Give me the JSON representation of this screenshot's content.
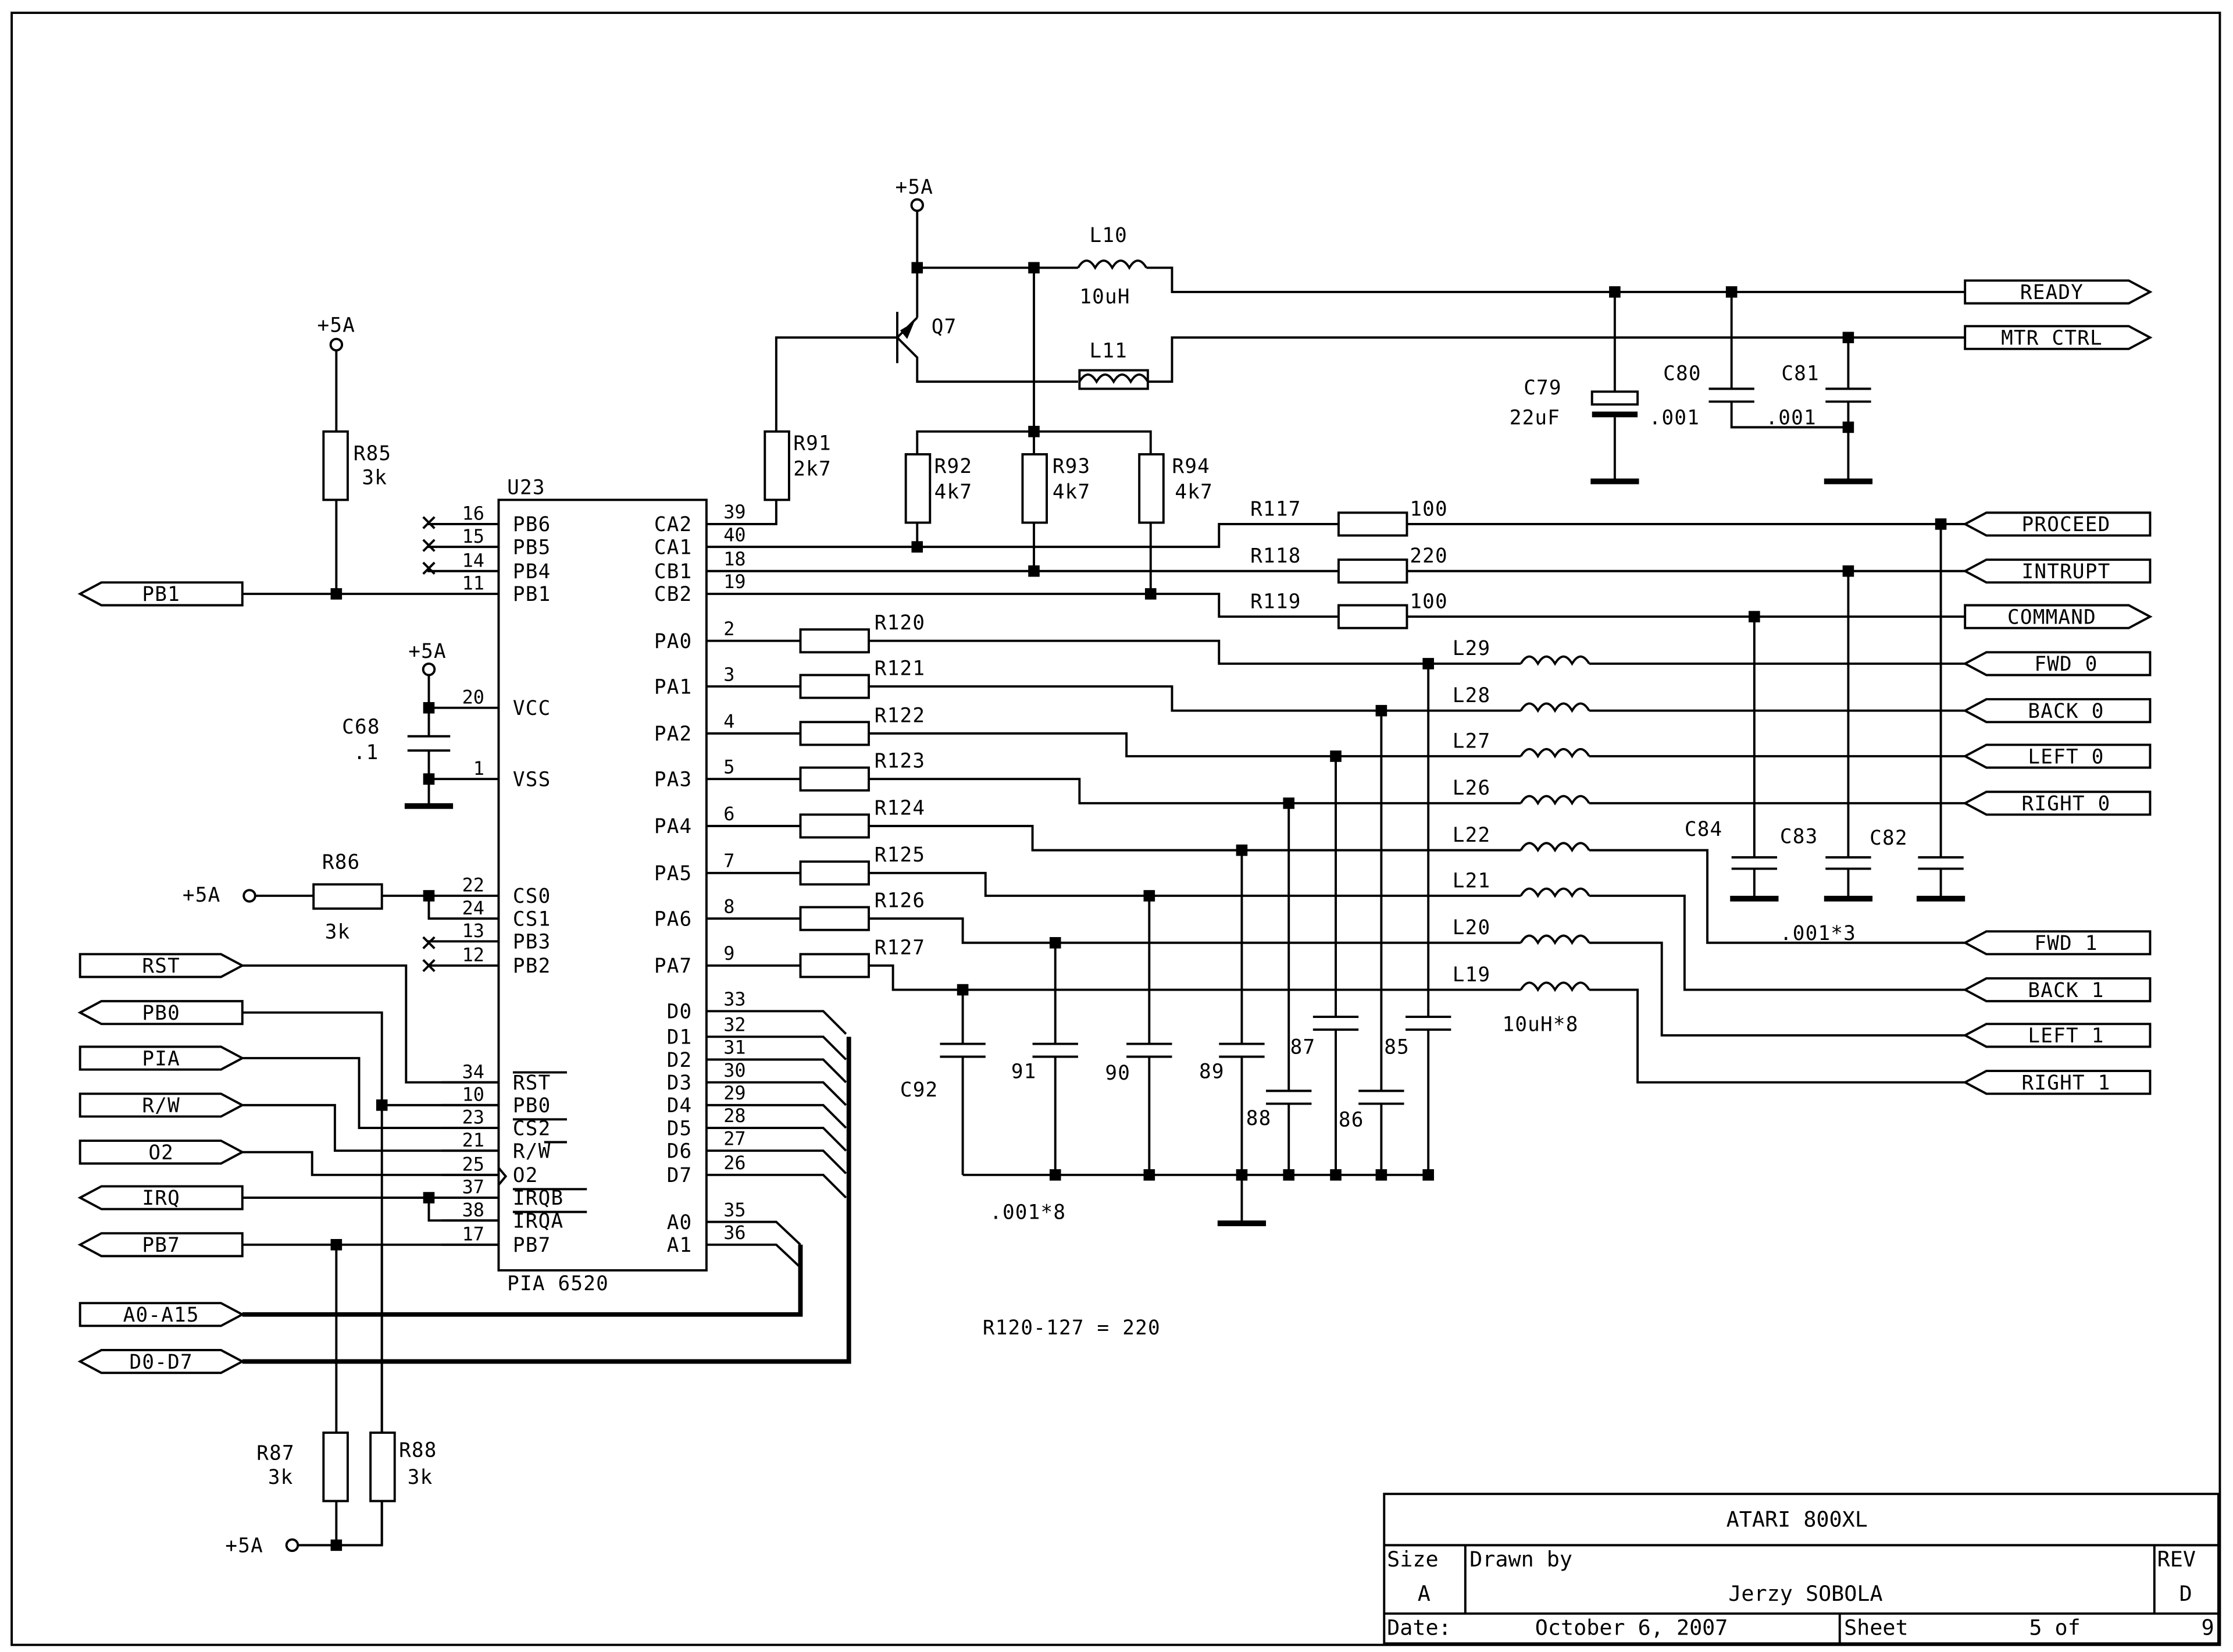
{
  "title_block": {
    "title": "ATARI 800XL",
    "size_label": "Size",
    "size_value": "A",
    "drawn_by_label": "Drawn by",
    "drawn_by": "Jerzy SOBOLA",
    "rev_label": "REV",
    "rev_value": "D",
    "date_label": "Date:",
    "date_value": "October  6, 2007",
    "sheet_label": "Sheet",
    "sheet_value": "5 of",
    "sheet_total": "9"
  },
  "chip": {
    "ref": "U23",
    "part": "PIA  6520",
    "left_pins": [
      {
        "num": "16",
        "name": "PB6"
      },
      {
        "num": "15",
        "name": "PB5"
      },
      {
        "num": "14",
        "name": "PB4"
      },
      {
        "num": "11",
        "name": "PB1"
      },
      {
        "num": "20",
        "name": "VCC"
      },
      {
        "num": "1",
        "name": "VSS"
      },
      {
        "num": "22",
        "name": "CS0"
      },
      {
        "num": "24",
        "name": "CS1"
      },
      {
        "num": "13",
        "name": "PB3"
      },
      {
        "num": "12",
        "name": "PB2"
      },
      {
        "num": "34",
        "name": "RST"
      },
      {
        "num": "10",
        "name": "PB0"
      },
      {
        "num": "23",
        "name": "CS2"
      },
      {
        "num": "21",
        "name": "R/W"
      },
      {
        "num": "25",
        "name": "O2"
      },
      {
        "num": "37",
        "name": "IRQB"
      },
      {
        "num": "38",
        "name": "IRQA"
      },
      {
        "num": "17",
        "name": "PB7"
      }
    ],
    "right_pins": [
      {
        "num": "39",
        "name": "CA2"
      },
      {
        "num": "40",
        "name": "CA1"
      },
      {
        "num": "18",
        "name": "CB1"
      },
      {
        "num": "19",
        "name": "CB2"
      },
      {
        "num": "2",
        "name": "PA0"
      },
      {
        "num": "3",
        "name": "PA1"
      },
      {
        "num": "4",
        "name": "PA2"
      },
      {
        "num": "5",
        "name": "PA3"
      },
      {
        "num": "6",
        "name": "PA4"
      },
      {
        "num": "7",
        "name": "PA5"
      },
      {
        "num": "8",
        "name": "PA6"
      },
      {
        "num": "9",
        "name": "PA7"
      },
      {
        "num": "33",
        "name": "D0"
      },
      {
        "num": "32",
        "name": "D1"
      },
      {
        "num": "31",
        "name": "D2"
      },
      {
        "num": "30",
        "name": "D3"
      },
      {
        "num": "29",
        "name": "D4"
      },
      {
        "num": "28",
        "name": "D5"
      },
      {
        "num": "27",
        "name": "D6"
      },
      {
        "num": "26",
        "name": "D7"
      },
      {
        "num": "35",
        "name": "A0"
      },
      {
        "num": "36",
        "name": "A1"
      }
    ]
  },
  "ports_left": [
    "PB1",
    "RST",
    "PB0",
    "PIA",
    "R/W",
    "O2",
    "IRQ",
    "PB7",
    "A0-A15",
    "D0-D7"
  ],
  "ports_right": [
    "READY",
    "MTR CTRL",
    "PROCEED",
    "INTRUPT",
    "COMMAND",
    "FWD 0",
    "BACK 0",
    "LEFT 0",
    "RIGHT 0",
    "FWD 1",
    "BACK 1",
    "LEFT 1",
    "RIGHT 1"
  ],
  "power_label": "+5A",
  "components": {
    "R85": {
      "ref": "R85",
      "value": "3k"
    },
    "R86": {
      "ref": "R86",
      "value": "3k"
    },
    "R87": {
      "ref": "R87",
      "value": "3k"
    },
    "R88": {
      "ref": "R88",
      "value": "3k"
    },
    "C68": {
      "ref": "C68",
      "value": ".1"
    },
    "R91": {
      "ref": "R91",
      "value": "2k7"
    },
    "R92": {
      "ref": "R92",
      "value": "4k7"
    },
    "R93": {
      "ref": "R93",
      "value": "4k7"
    },
    "R94": {
      "ref": "R94",
      "value": "4k7"
    },
    "Q7": {
      "ref": "Q7"
    },
    "L10": {
      "ref": "L10",
      "value": "10uH"
    },
    "L11": {
      "ref": "L11"
    },
    "C79": {
      "ref": "C79",
      "value": "22uF"
    },
    "C80": {
      "ref": "C80",
      "value": ".001"
    },
    "C81": {
      "ref": "C81",
      "value": ".001"
    },
    "R117": {
      "ref": "R117",
      "value": "100"
    },
    "R118": {
      "ref": "R118",
      "value": "220"
    },
    "R119": {
      "ref": "R119",
      "value": "100"
    },
    "R120_127": [
      "R120",
      "R121",
      "R122",
      "R123",
      "R124",
      "R125",
      "R126",
      "R127"
    ],
    "inductors_8": [
      "L29",
      "L28",
      "L27",
      "L26",
      "L22",
      "L21",
      "L20",
      "L19"
    ],
    "inductors_8_value": "10uH*8",
    "caps_8": [
      "C92",
      "91",
      "90",
      "89",
      "88",
      "87",
      "86",
      "85"
    ],
    "caps_8_value": ".001*8",
    "caps_3": [
      "C84",
      "C83",
      "C82"
    ],
    "caps_3_value": ".001*3"
  },
  "notes": {
    "r_note": "R120-127 = 220"
  }
}
